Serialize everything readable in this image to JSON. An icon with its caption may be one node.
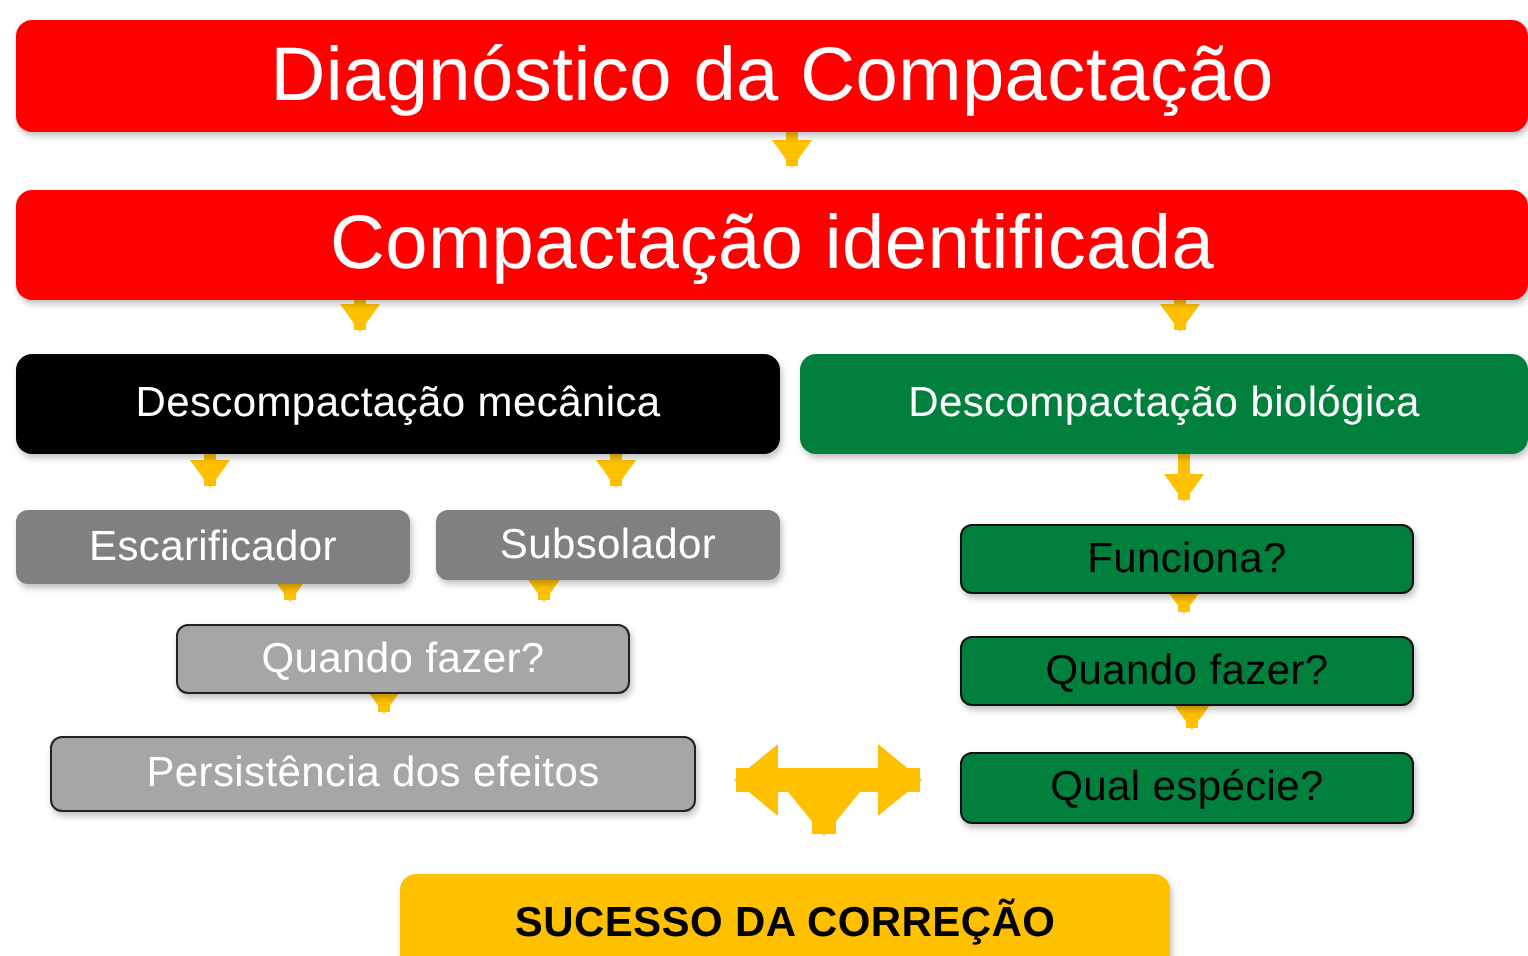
{
  "diagram": {
    "nodes": [
      {
        "text": [
          "Diagnóstico da Compactação"
        ]
      },
      {
        "text": [
          "Compactação identificada"
        ]
      },
      {
        "text": [
          "Descompactação mecânica"
        ]
      },
      {
        "text": [
          "Descompactação biológica"
        ]
      },
      {
        "text": [
          "Escarificador"
        ]
      },
      {
        "text": [
          "Subsolador"
        ]
      },
      {
        "text": [
          "Quando fazer?"
        ]
      },
      {
        "text": [
          "Persistência dos efeitos"
        ]
      },
      {
        "text": [
          "Funciona?"
        ]
      },
      {
        "text": [
          "Quando fazer?"
        ]
      },
      {
        "text": [
          "Qual espécie?"
        ]
      },
      {
        "text": [
          "SUCESSO DA CORREÇÃO"
        ]
      }
    ],
    "edges": [
      {
        "from": 0,
        "to": 1,
        "arrow": "to"
      },
      {
        "from": 1,
        "to": 2,
        "arrow": "to"
      },
      {
        "from": 1,
        "to": 3,
        "arrow": "to"
      },
      {
        "from": 2,
        "to": 4,
        "arrow": "to"
      },
      {
        "from": 2,
        "to": 5,
        "arrow": "to"
      },
      {
        "from": 4,
        "to": 6,
        "arrow": "to"
      },
      {
        "from": 5,
        "to": 6,
        "arrow": "to"
      },
      {
        "from": 6,
        "to": 7,
        "arrow": "to"
      },
      {
        "from": 3,
        "to": 8,
        "arrow": "to"
      },
      {
        "from": 8,
        "to": 9,
        "arrow": "to"
      },
      {
        "from": 9,
        "to": 10,
        "arrow": "to"
      },
      {
        "from": 7,
        "to": 10,
        "arrow": "both",
        "style": "thick"
      },
      {
        "from": null,
        "to": 11,
        "arrow": "to",
        "style": "thick"
      }
    ]
  }
}
